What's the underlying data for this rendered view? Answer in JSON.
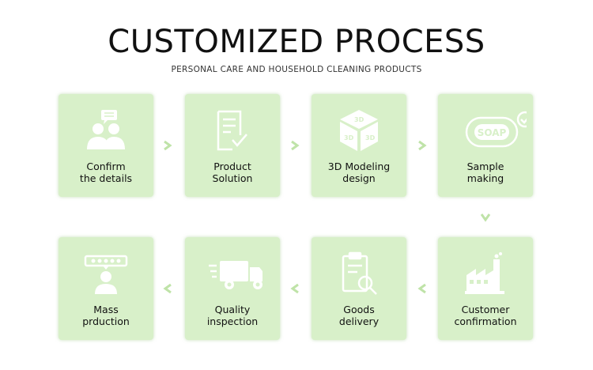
{
  "header": {
    "title": "CUSTOMIZED PROCESS",
    "subtitle": "PERSONAL CARE AND HOUSEHOLD CLEANING PRODUCTS"
  },
  "steps": [
    {
      "line1": "Confirm",
      "line2": "the details",
      "icon": "people-chat-icon"
    },
    {
      "line1": "Product",
      "line2": "Solution",
      "icon": "document-check-icon"
    },
    {
      "line1": "3D Modeling",
      "line2": "design",
      "icon": "3d-cube-icon"
    },
    {
      "line1": "Sample",
      "line2": "making",
      "icon": "soap-check-icon"
    },
    {
      "line1": "Customer",
      "line2": "confirmation",
      "icon": "factory-icon"
    },
    {
      "line1": "Goods",
      "line2": "delivery",
      "icon": "clipboard-search-icon"
    },
    {
      "line1": "Quality",
      "line2": "inspection",
      "icon": "delivery-truck-icon"
    },
    {
      "line1": "Mass",
      "line2": "prduction",
      "icon": "rating-person-icon"
    }
  ],
  "icon_texts": {
    "soap": "SOAP",
    "cube": "3D"
  },
  "colors": {
    "card": "#d8f0c9",
    "icon": "#ffffff",
    "arrow": "#bfe3a8"
  }
}
